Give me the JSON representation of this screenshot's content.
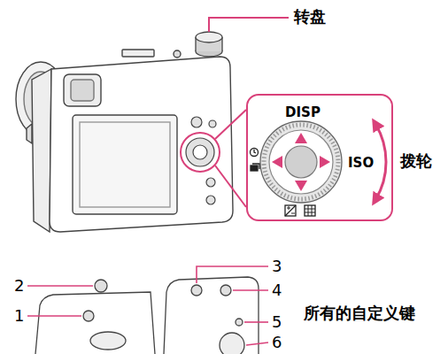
{
  "diagram": {
    "nodes": [
      {
        "text": [
          "DISP",
          "ISO"
        ]
      }
    ],
    "labels": [
      "转盘",
      "拨轮",
      "1",
      "2",
      "3",
      "4",
      "5",
      "6",
      "所有的自定义键"
    ]
  }
}
